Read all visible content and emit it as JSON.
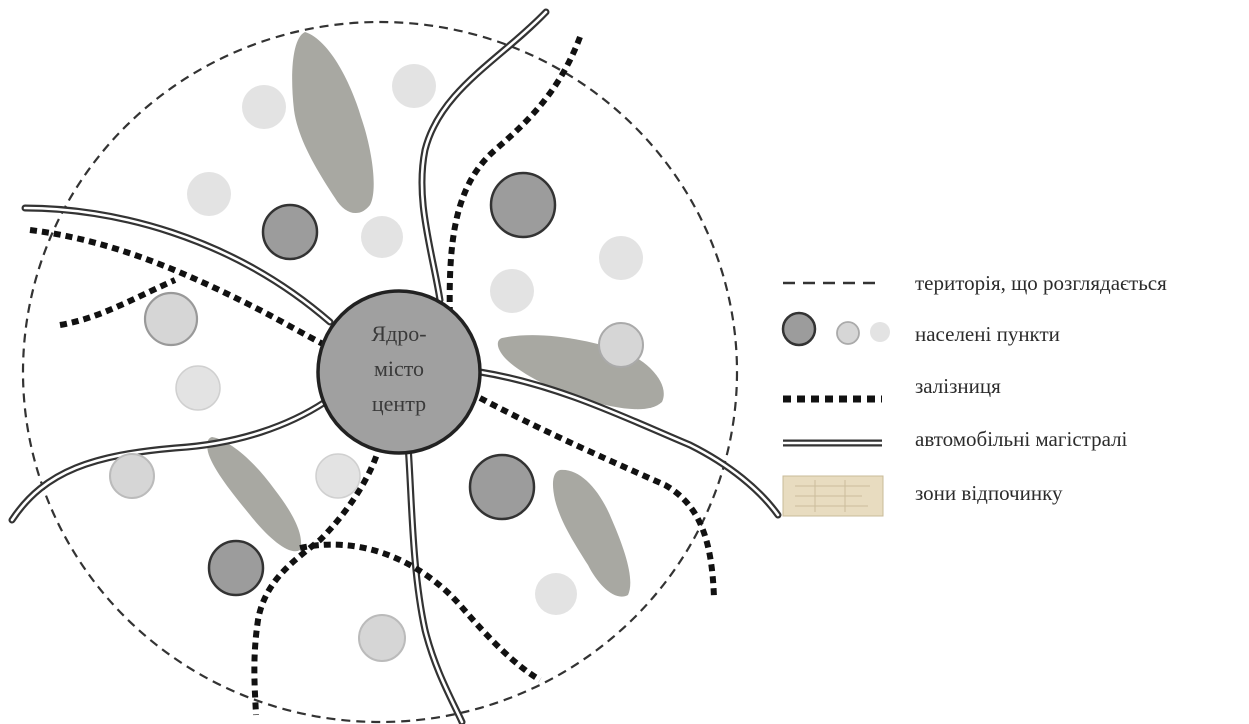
{
  "core": {
    "lines": [
      "Ядро-",
      "місто",
      "центр"
    ]
  },
  "legend": {
    "items": [
      {
        "key": "territory",
        "label": "територія, що розглядається"
      },
      {
        "key": "settlements",
        "label": "населені пункти"
      },
      {
        "key": "railway",
        "label": "залізниця"
      },
      {
        "key": "highways",
        "label": "автомобільні магістралі"
      },
      {
        "key": "recreation",
        "label": "зони відпочинку"
      }
    ]
  },
  "colors": {
    "outline": "#333333",
    "settlement_dark": "#9c9c9c",
    "settlement_light": "#d6d6d6",
    "settlement_pale": "#e3e3e3",
    "recreation_zone": "#a8a8a2",
    "core_fill": "#a0a0a0",
    "recreation_legend": "#e8dcc0"
  }
}
